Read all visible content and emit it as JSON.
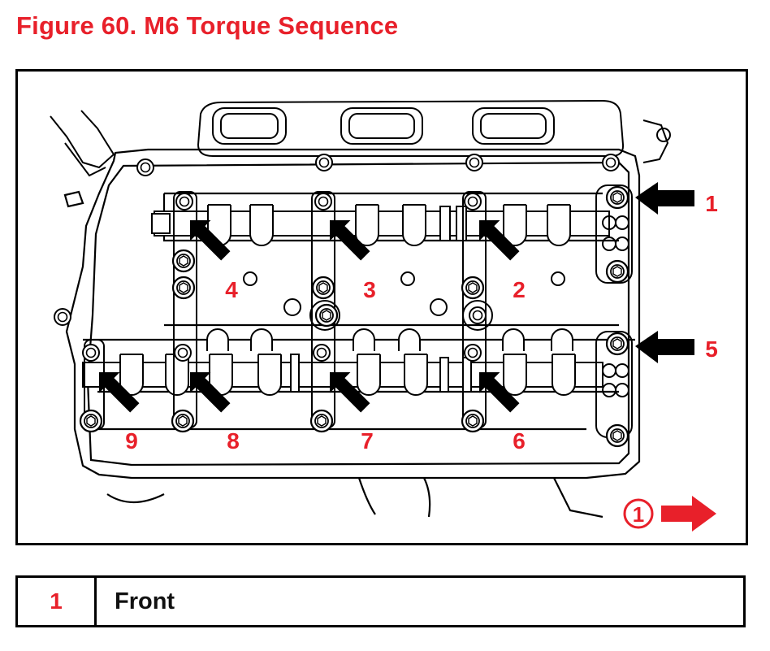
{
  "title": "Figure 60.  M6 Torque Sequence",
  "callouts": [
    {
      "number": "1"
    },
    {
      "number": "2"
    },
    {
      "number": "3"
    },
    {
      "number": "4"
    },
    {
      "number": "5"
    },
    {
      "number": "6"
    },
    {
      "number": "7"
    },
    {
      "number": "8"
    },
    {
      "number": "9"
    }
  ],
  "front_marker": {
    "number": "1",
    "meaning": "Front"
  },
  "legend": {
    "rows": [
      {
        "number": "1",
        "label": "Front"
      }
    ]
  },
  "colors": {
    "accent": "#e8202a",
    "line": "#000000",
    "background": "#ffffff"
  }
}
